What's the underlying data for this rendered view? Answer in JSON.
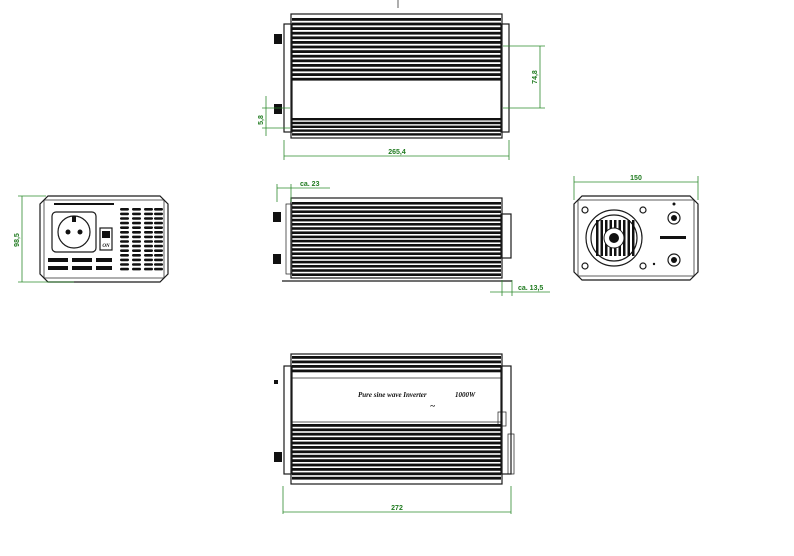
{
  "dimensions": {
    "top_length": "265,4",
    "top_height": "74,8",
    "top_foot": "5,8",
    "side_height": "98,5",
    "mid_overhang": "ca. 23",
    "mid_foot_offset": "ca. 13,5",
    "end_width": "150",
    "bottom_length": "272"
  },
  "label": {
    "product_name": "Pure sine wave Inverter",
    "power": "1000W",
    "sine_symbol": "~"
  },
  "colors": {
    "dimension": "#2e8b2e",
    "outline": "#1a1a1a",
    "background": "#ffffff"
  }
}
